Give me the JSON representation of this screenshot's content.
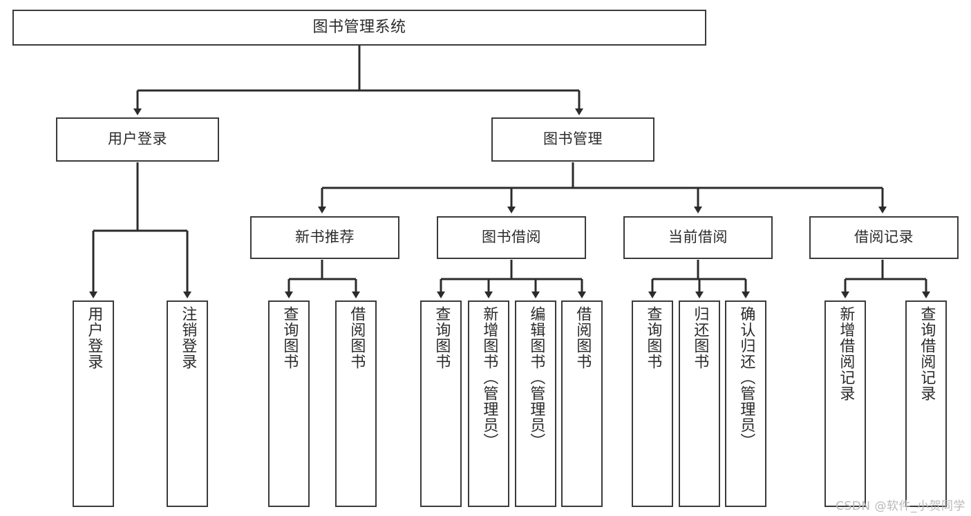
{
  "diagram": {
    "type": "tree",
    "title": "图书管理系统",
    "root": {
      "label": "图书管理系统"
    },
    "level2": [
      {
        "label": "用户登录"
      },
      {
        "label": "图书管理"
      }
    ],
    "level3": [
      {
        "label": "新书推荐"
      },
      {
        "label": "图书借阅"
      },
      {
        "label": "当前借阅"
      },
      {
        "label": "借阅记录"
      }
    ],
    "leaves": {
      "user_login": [
        {
          "label": "用户登录"
        },
        {
          "label": "注销登录"
        }
      ],
      "new_book_recommend": [
        {
          "label": "查询图书"
        },
        {
          "label": "借阅图书"
        }
      ],
      "book_borrow": [
        {
          "label": "查询图书"
        },
        {
          "label": "新增图书（管理员）"
        },
        {
          "label": "编辑图书（管理员）"
        },
        {
          "label": "借阅图书"
        }
      ],
      "current_borrow": [
        {
          "label": "查询图书"
        },
        {
          "label": "归还图书"
        },
        {
          "label": "确认归还（管理员）"
        }
      ],
      "borrow_record": [
        {
          "label": "新增借阅记录"
        },
        {
          "label": "查询借阅记录"
        }
      ]
    },
    "colors": {
      "border": "#3a3a3a",
      "text": "#2b2b2b",
      "background": "#ffffff",
      "connector": "#2b2b2b",
      "watermark": "#b9b9b9"
    }
  },
  "watermark": {
    "text": "CSDN @软件_小贺同学"
  }
}
